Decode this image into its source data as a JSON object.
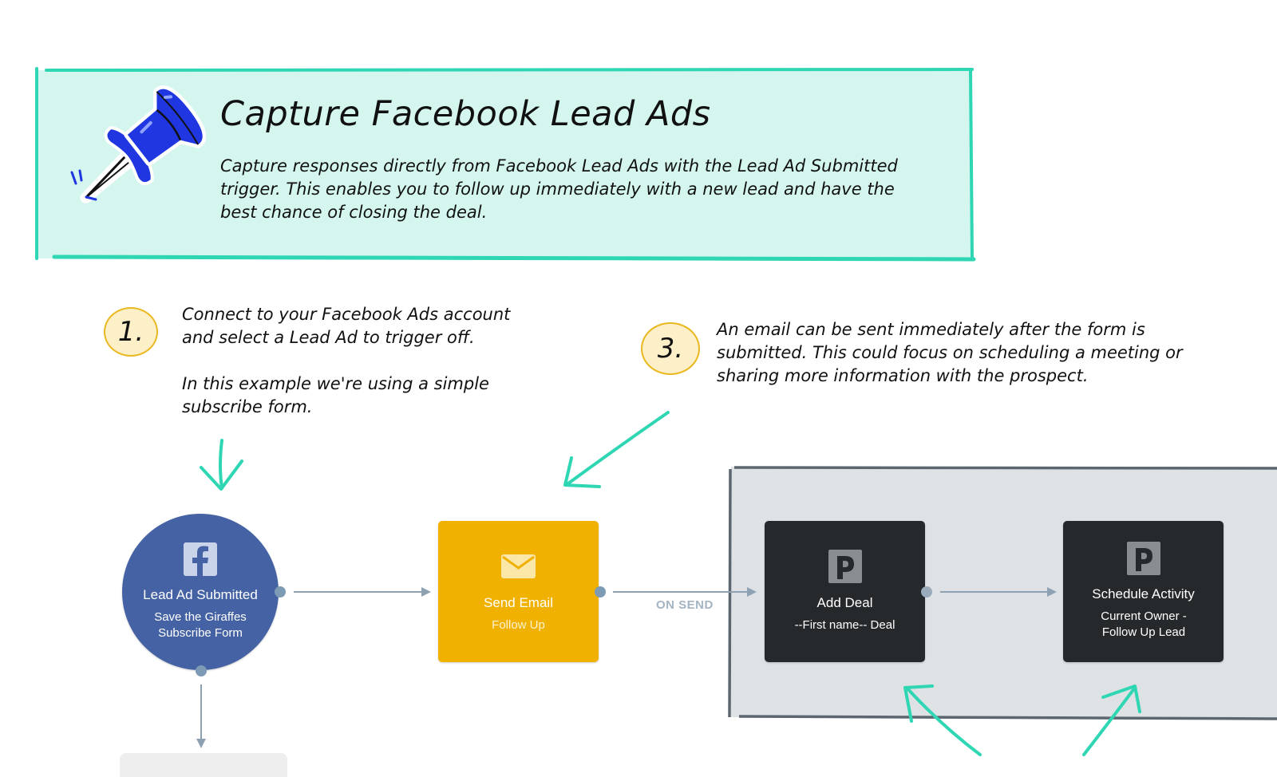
{
  "banner": {
    "title": "Capture Facebook Lead Ads",
    "description": "Capture responses directly from Facebook Lead Ads with the Lead Ad Submitted trigger. This enables you to follow up immediately with a new lead and have the best chance of closing the deal.",
    "icon": "pushpin-icon"
  },
  "steps": [
    {
      "number": "1.",
      "text_line1": "Connect to your Facebook Ads account and select a Lead Ad to trigger off.",
      "text_line2": "In this example we're using a simple subscribe form."
    },
    {
      "number": "3.",
      "text": "An email can be sent immediately after the form is submitted. This could focus on scheduling a meeting or sharing more information with the prospect."
    }
  ],
  "nodes": {
    "lead_ad": {
      "title": "Lead Ad Submitted",
      "subtitle": "Save the Giraffes Subscribe Form",
      "icon": "facebook-icon",
      "color": "#4462a4"
    },
    "send_email": {
      "title": "Send Email",
      "subtitle": "Follow Up",
      "icon": "envelope-icon",
      "color": "#f0b100"
    },
    "add_deal": {
      "title": "Add Deal",
      "subtitle": "--First name-- Deal",
      "icon": "pipedrive-icon",
      "color": "#26292b"
    },
    "schedule_activity": {
      "title": "Schedule Activity",
      "subtitle": "Current Owner - Follow Up Lead",
      "icon": "pipedrive-icon",
      "color": "#26292b"
    }
  },
  "edges": {
    "on_send_label": "ON SEND"
  },
  "colors": {
    "teal": "#2fd6b3",
    "banner_bg": "#d4f6ef",
    "group_bg": "#dfe2e5",
    "connector": "#8ea1b3"
  }
}
